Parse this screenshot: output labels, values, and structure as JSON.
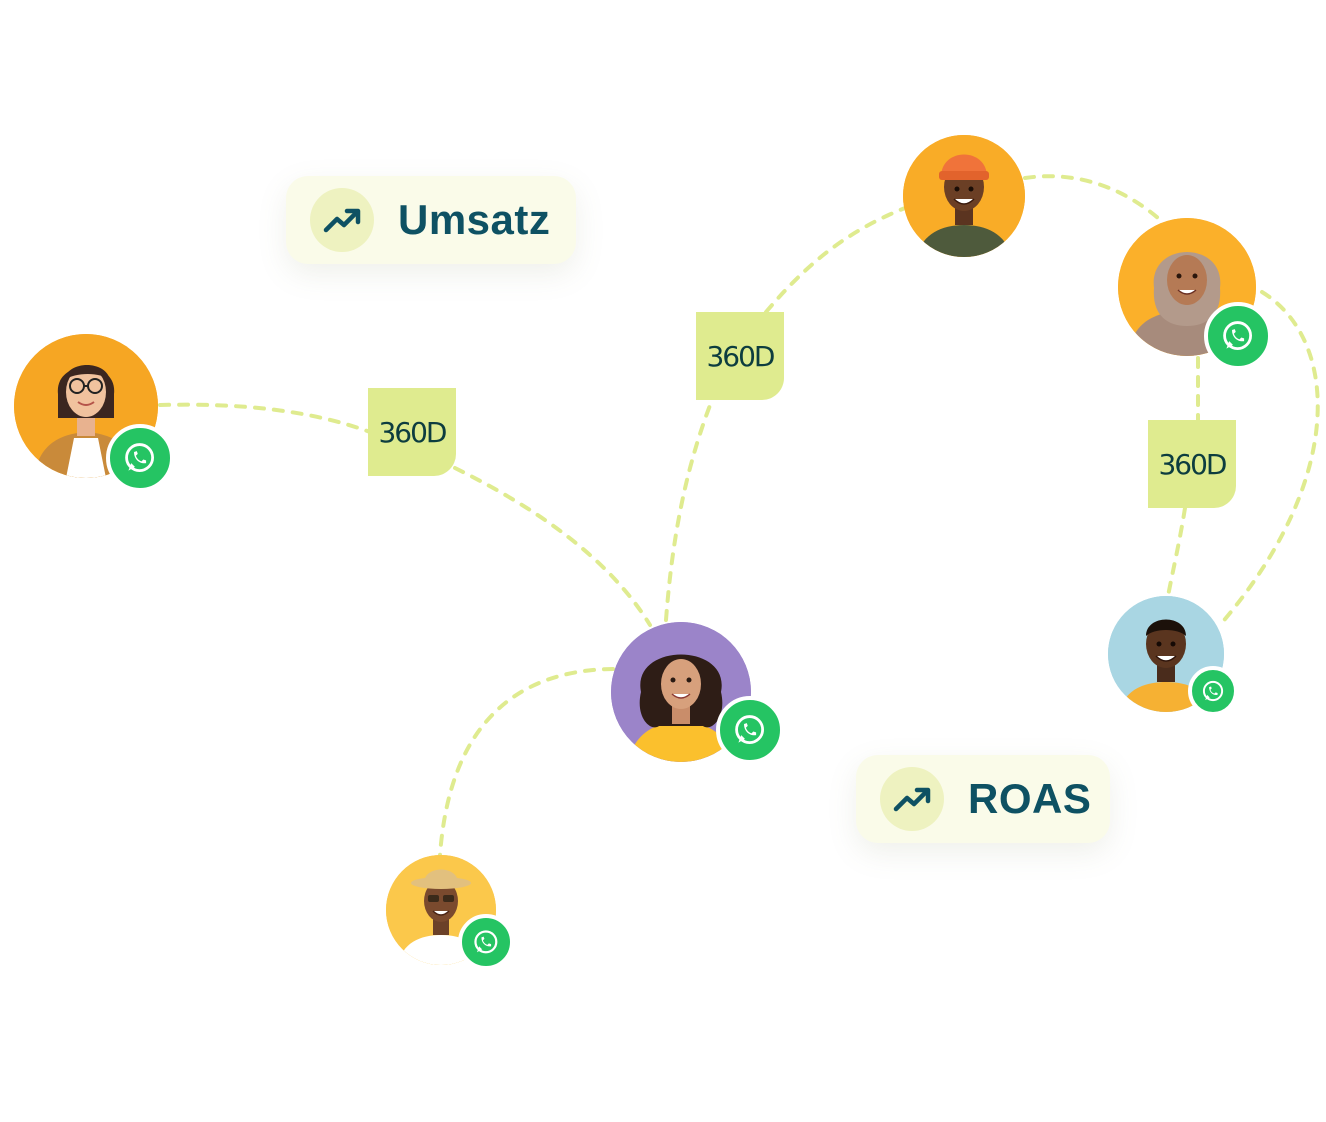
{
  "stats": [
    {
      "id": "umsatz",
      "label": "Umsatz",
      "icon": "trending-up-icon"
    },
    {
      "id": "roas",
      "label": "ROAS",
      "icon": "trending-up-icon"
    }
  ],
  "tags": [
    {
      "id": "tag-left",
      "label": "360D"
    },
    {
      "id": "tag-center",
      "label": "360D"
    },
    {
      "id": "tag-right",
      "label": "360D"
    }
  ],
  "people": [
    {
      "id": "person-left",
      "background_color": "#f6a623",
      "whatsapp": true
    },
    {
      "id": "person-center",
      "background_color": "#9b84c9",
      "whatsapp": true
    },
    {
      "id": "person-bottom",
      "background_color": "#fbc84b",
      "whatsapp": true
    },
    {
      "id": "person-top",
      "background_color": "#f9ac27",
      "whatsapp": false
    },
    {
      "id": "person-top-right",
      "background_color": "#fbb02a",
      "whatsapp": true
    },
    {
      "id": "person-right",
      "background_color": "#a9d6e3",
      "whatsapp": true
    }
  ],
  "colors": {
    "connector": "#dfeb8f",
    "tag_background": "#dfeb8f",
    "stat_text": "#0e5163",
    "stat_background": "#fafbe9",
    "whatsapp_green": "#25c463"
  }
}
